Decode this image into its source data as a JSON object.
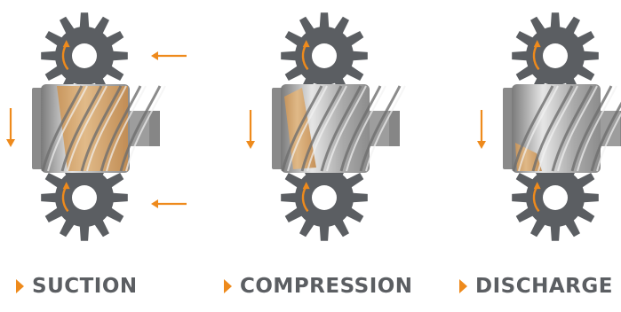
{
  "colors": {
    "accent": "#ee8a1c",
    "gear": "#5b5e62",
    "gear_dark": "#45484b",
    "screw_light": "#d9d9d9",
    "screw_mid": "#9a9a9a",
    "screw_dark": "#6e6e6e",
    "highlight": "#d4a56a",
    "label_text": "#5b5e62"
  },
  "stages": [
    {
      "label": "SUCTION",
      "highlight": "full"
    },
    {
      "label": "COMPRESSION",
      "highlight": "middle"
    },
    {
      "label": "DISCHARGE",
      "highlight": "bottom"
    }
  ],
  "icons": [
    "caret-right-icon",
    "gear-icon",
    "screw-rotor-icon",
    "rotation-arrow-icon",
    "flow-arrow-left-icon",
    "flow-arrow-down-icon"
  ]
}
